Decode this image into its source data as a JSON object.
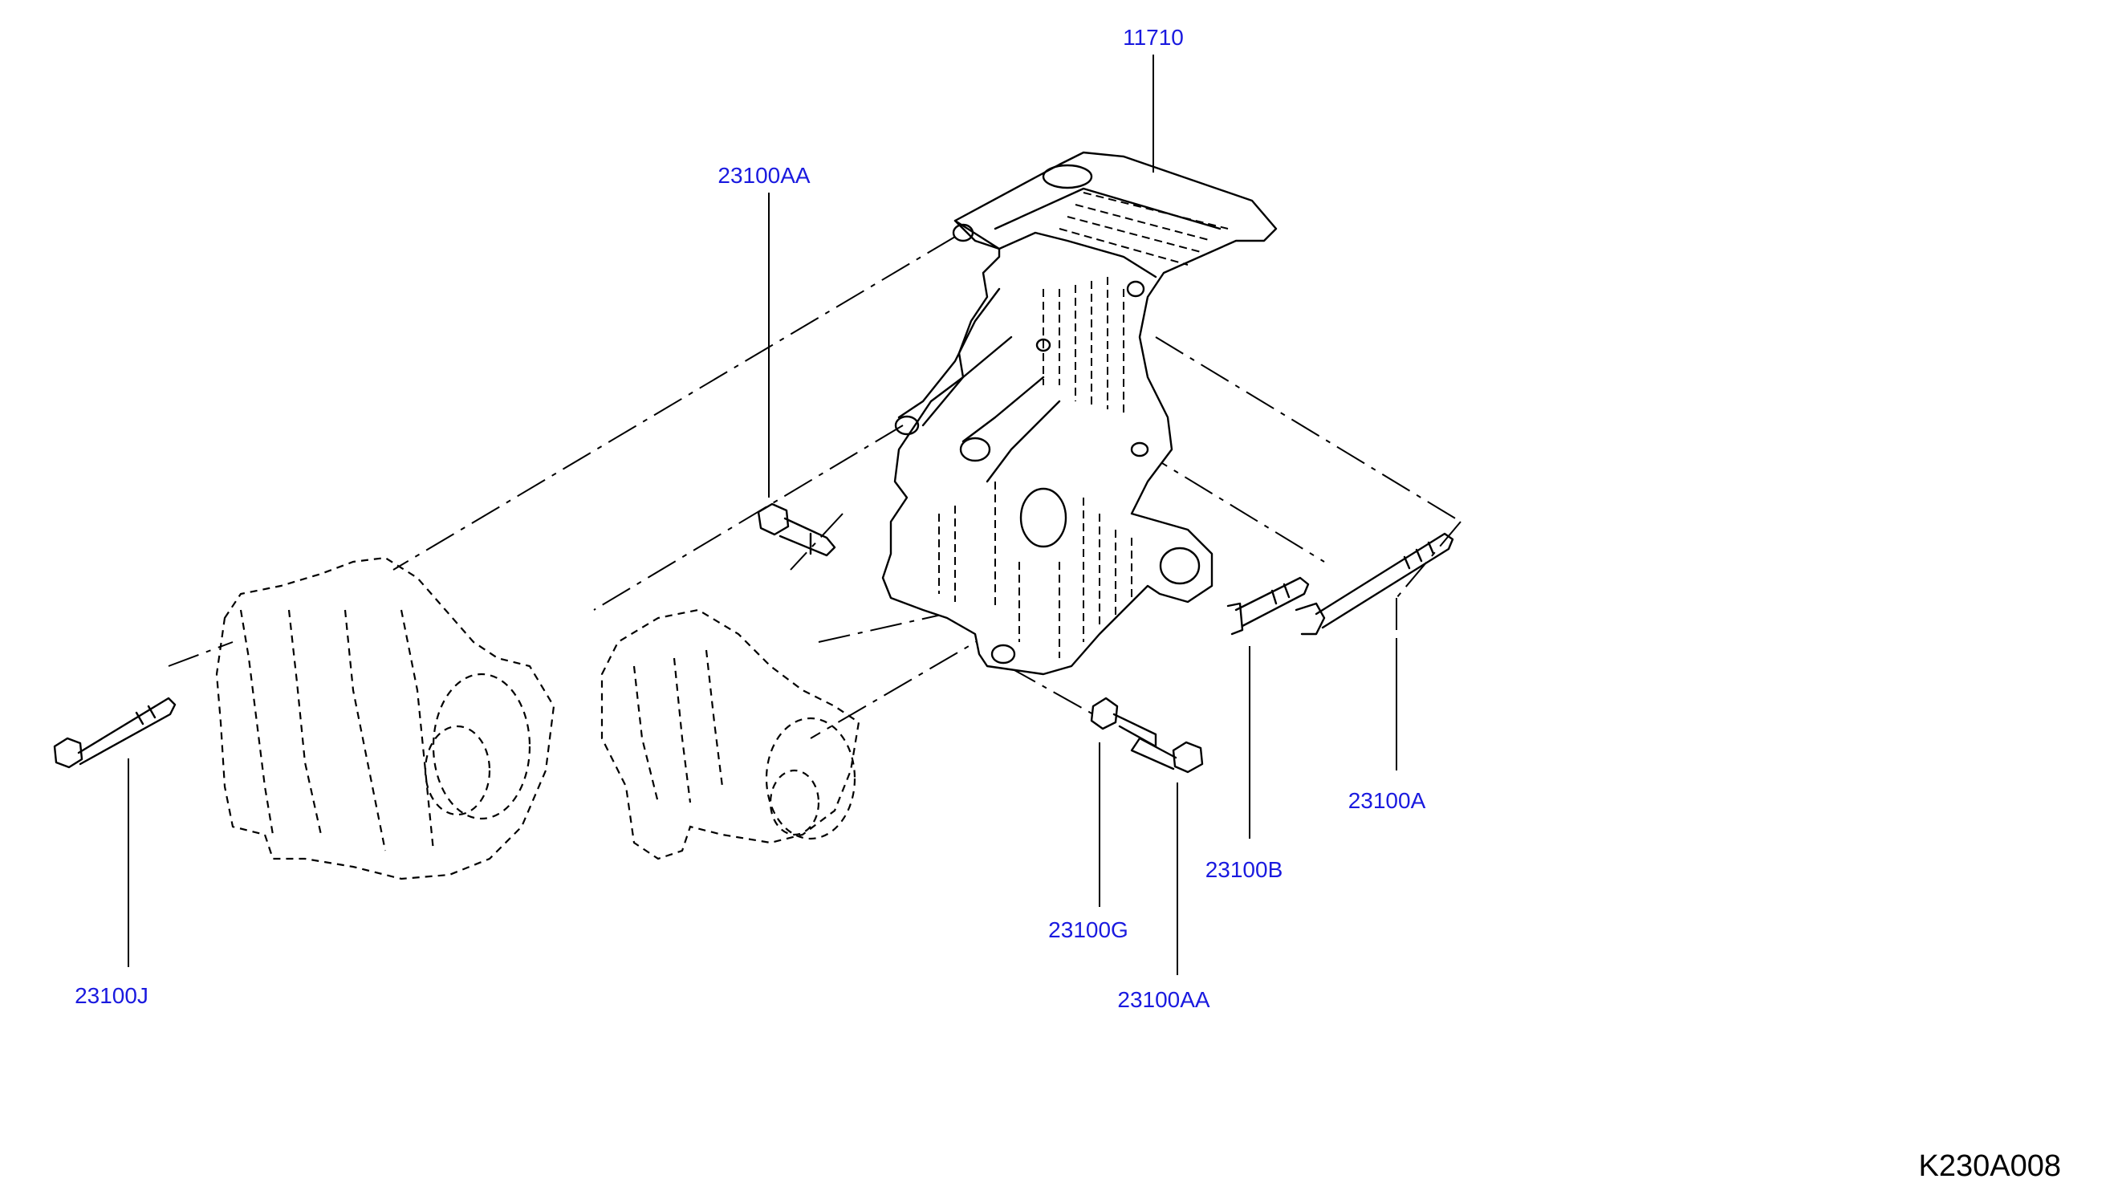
{
  "callouts": {
    "c11710": "11710",
    "c23100AA_top": "23100AA",
    "c23100A": "23100A",
    "c23100B": "23100B",
    "c23100G": "23100G",
    "c23100AA_bottom": "23100AA",
    "c23100J": "23100J"
  },
  "diagram_code": "K230A008",
  "colors": {
    "callout_text": "#1a1adf",
    "linework": "#000000",
    "background": "#ffffff"
  }
}
